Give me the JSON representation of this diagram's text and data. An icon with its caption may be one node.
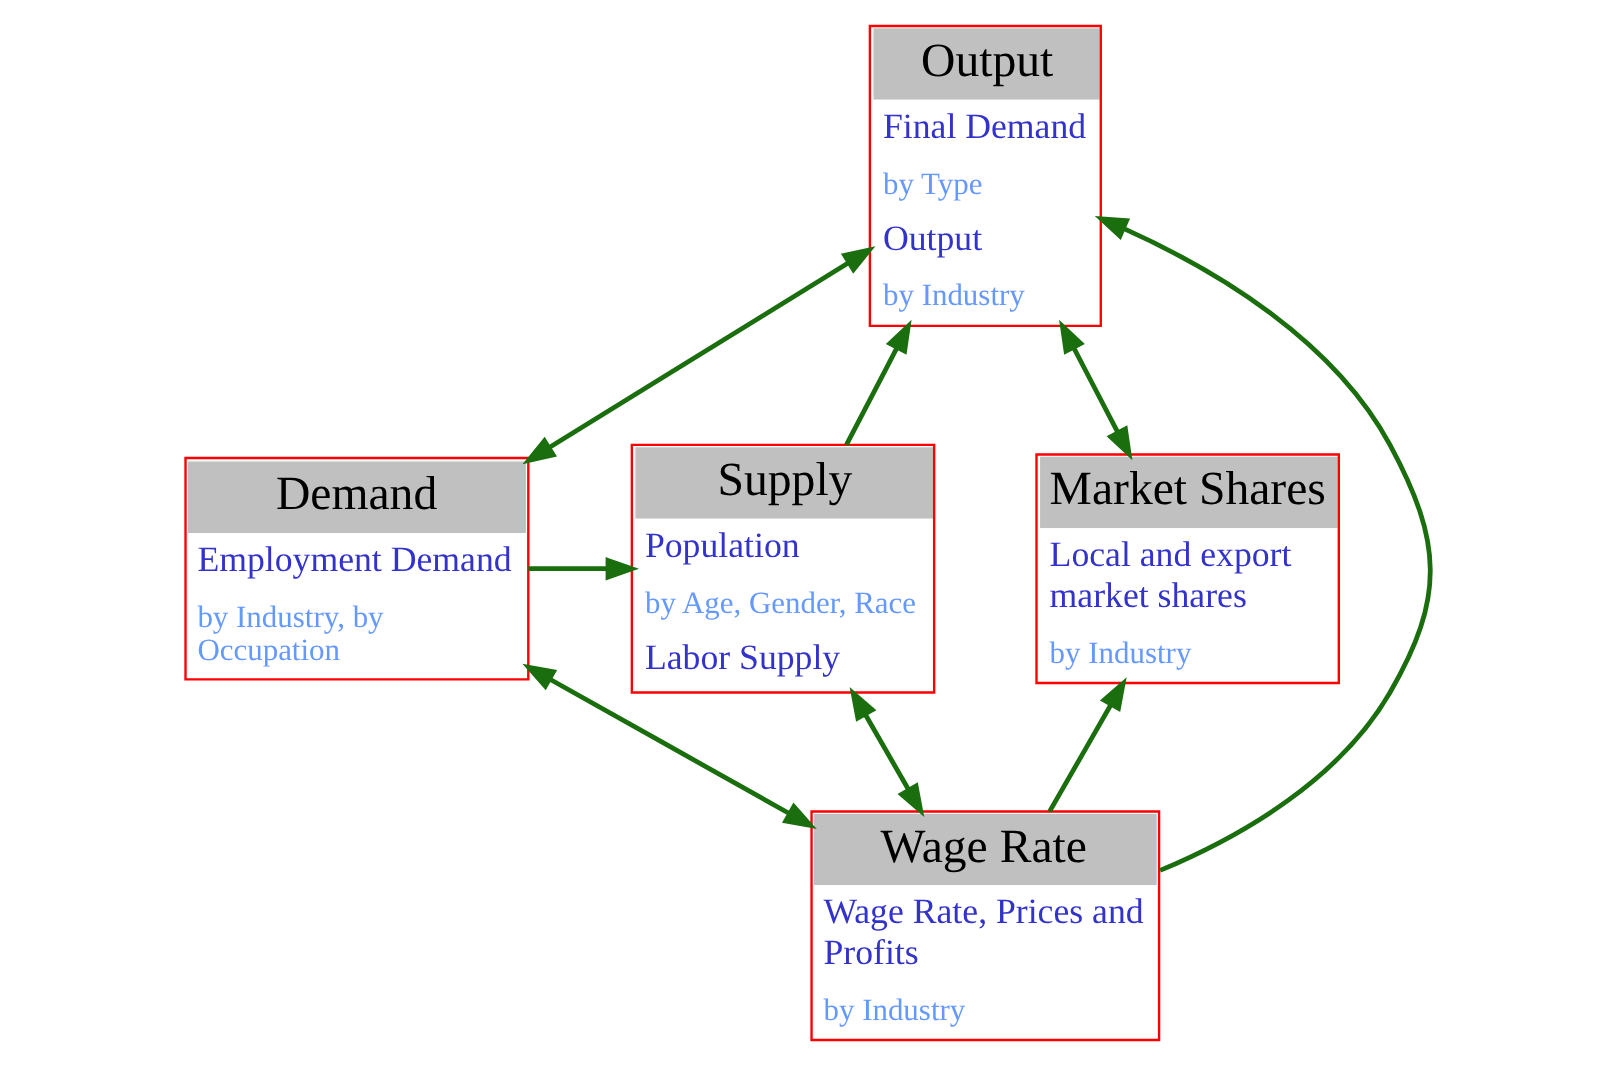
{
  "diagram": {
    "nodes": [
      {
        "text": [
          "Output",
          "Final Demand",
          "by Type",
          "Output",
          "by Industry"
        ]
      },
      {
        "text": [
          "Supply",
          "Population",
          "by Age, Gender, Race",
          "Labor Supply"
        ]
      },
      {
        "text": [
          "Demand",
          "Employment Demand",
          "by Industry, by Occupation"
        ]
      },
      {
        "text": [
          "Market Shares",
          "Local and export market shares",
          "by Industry"
        ]
      },
      {
        "text": [
          "Wage Rate",
          "Wage Rate, Prices and Profits",
          "by Industry"
        ]
      }
    ],
    "edges": [
      {
        "from": 1,
        "to": 0,
        "arrow": "to"
      },
      {
        "from": 0,
        "to": 2,
        "arrow": "both"
      },
      {
        "from": 0,
        "to": 3,
        "arrow": "both"
      },
      {
        "from": 2,
        "to": 1,
        "arrow": "to"
      },
      {
        "from": 2,
        "to": 4,
        "arrow": "both"
      },
      {
        "from": 1,
        "to": 4,
        "arrow": "both"
      },
      {
        "from": 4,
        "to": 0,
        "arrow": "to"
      },
      {
        "from": 4,
        "to": 3,
        "arrow": "to"
      }
    ]
  }
}
